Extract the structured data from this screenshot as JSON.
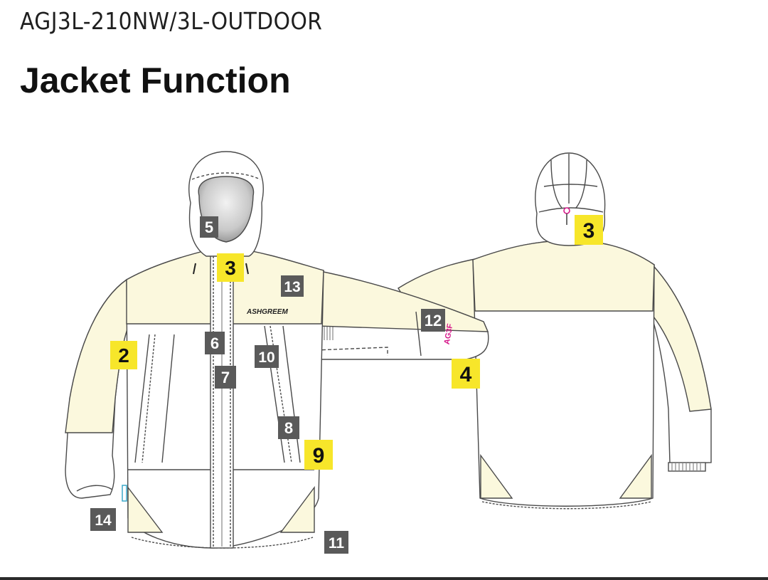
{
  "header": {
    "model_code": "AGJ3L-210NW/3L-OUTDOOR",
    "title": "Jacket Function"
  },
  "colors": {
    "cream": "#fbf8dd",
    "outline": "#4a4a4a",
    "yellow_badge": "#f7e62a",
    "gray_badge": "#5a5a5a",
    "magenta_logo": "#d6188a",
    "cyan_tab": "#3aa9c9"
  },
  "front_view": {
    "chest_logo": "ASHGREEM",
    "sleeve_logo": "AG3F"
  },
  "callouts": [
    {
      "num": "5",
      "style": "gray",
      "cx": 0,
      "cy": 0
    },
    {
      "num": "3",
      "style": "yellow"
    },
    {
      "num": "13",
      "style": "gray"
    },
    {
      "num": "2",
      "style": "yellow"
    },
    {
      "num": "6",
      "style": "gray"
    },
    {
      "num": "7",
      "style": "gray"
    },
    {
      "num": "10",
      "style": "gray"
    },
    {
      "num": "8",
      "style": "gray"
    },
    {
      "num": "9",
      "style": "yellow"
    },
    {
      "num": "12",
      "style": "gray"
    },
    {
      "num": "4",
      "style": "yellow"
    },
    {
      "num": "14",
      "style": "gray"
    },
    {
      "num": "11",
      "style": "gray"
    },
    {
      "num": "3",
      "style": "yellow"
    }
  ]
}
